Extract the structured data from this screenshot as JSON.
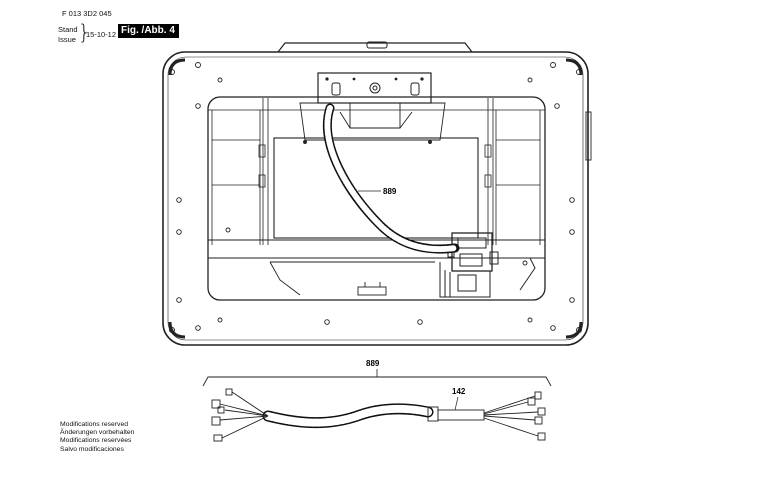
{
  "header": {
    "doc_number": "F 013 3D2 045",
    "stand_label": "Stand",
    "issue_label": "Issue",
    "date": "15-10-12",
    "figure_label": "Fig. /Abb. 4"
  },
  "callouts": {
    "part_889_top": "889",
    "part_889_bottom": "889",
    "part_142": "142"
  },
  "notes": [
    "Modifications reserved",
    "Änderungen vorbehalten",
    "Modifications reservées",
    "Salvo modificaciones"
  ]
}
